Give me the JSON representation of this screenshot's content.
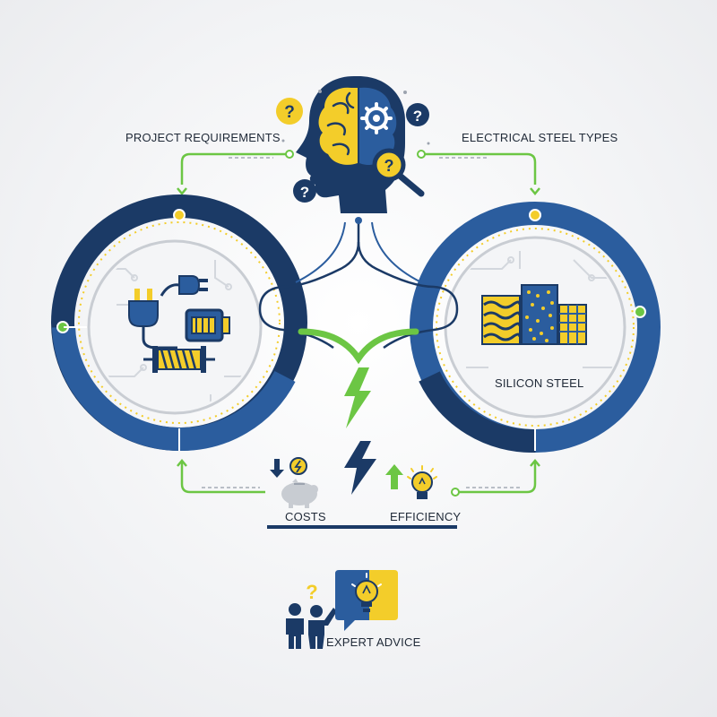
{
  "labels": {
    "project_requirements": "PROJECT REQUIREMENTS",
    "electrical_steel_types": "ELECTRICAL STEEL TYPES",
    "silicon_steel": "SILICON STEEL",
    "costs": "COSTS",
    "efficiency": "EFFICIENCY",
    "expert_advice": "EXPERT ADVICE"
  },
  "icons": {
    "question_mark": "?",
    "center_head": "brain-gear-head-icon",
    "left_circle": [
      "power-plug-icon",
      "electric-motor-icon",
      "coil-icon"
    ],
    "right_circle": [
      "steel-sample-icons"
    ],
    "costs": [
      "down-arrow-icon",
      "coin-icon",
      "piggy-bank-icon"
    ],
    "efficiency": [
      "up-arrow-icon",
      "lightbulb-icon"
    ],
    "expert": [
      "people-icon",
      "speech-bubble-icon",
      "lightbulb-icon"
    ]
  },
  "colors": {
    "navy": "#1b3a66",
    "blue": "#2b5d9e",
    "yellow": "#f3cd2a",
    "green": "#6cc644",
    "gray": "#9ca3af",
    "dark_text": "#1f2937"
  }
}
